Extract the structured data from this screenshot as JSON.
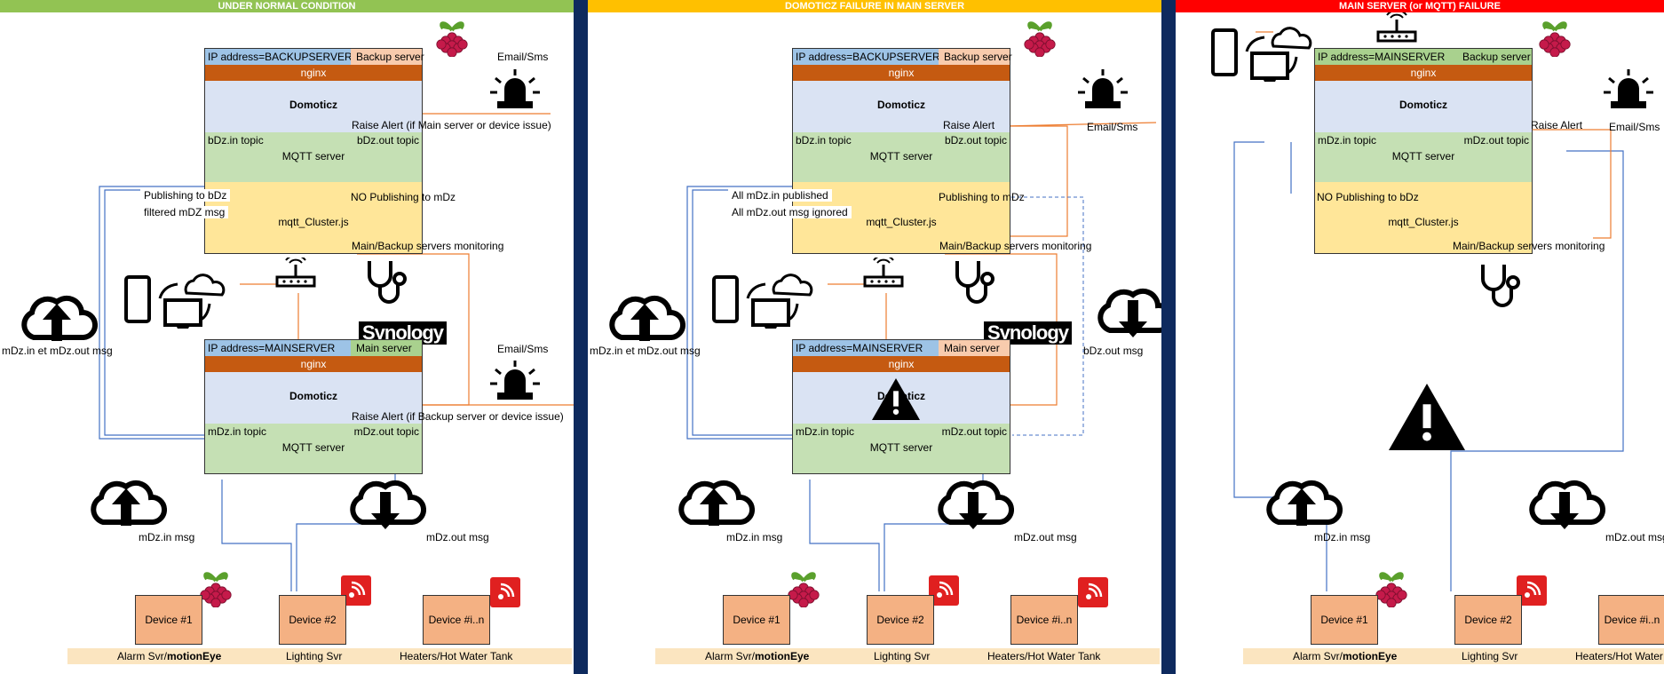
{
  "panels": [
    {
      "banner": "UNDER NORMAL CONDITION",
      "banner_color": "#92c353",
      "top_server": {
        "ip": "IP address=BACKUPSERVER",
        "role": "Backup server",
        "nginx": "nginx",
        "domoticz": "Domoticz",
        "alert": "Raise Alert (if Main server or device issue)",
        "topic_in": "bDz.in topic",
        "topic_out": "bDz.out topic",
        "mqtt": "MQTT server",
        "pub_note": "NO Publishing to mDz",
        "cluster": "mqtt_Cluster.js"
      },
      "left_note_1": "Publishing to bDz",
      "left_note_2": "filtered mDZ msg",
      "monitoring": "Main/Backup servers monitoring",
      "email_top": "Email/Sms",
      "email_bottom": "Email/Sms",
      "side_label": "mDz.in et mDz.out msg",
      "synology": "Synology",
      "bottom_server": {
        "ip": "IP address=MAINSERVER",
        "role": "Main server",
        "nginx": "nginx",
        "domoticz": "Domoticz",
        "alert": "Raise Alert (if Backup server or device issue)",
        "topic_in": "mDz.in topic",
        "topic_out": "mDz.out topic",
        "mqtt": "MQTT server"
      },
      "cloud_in": "mDz.in msg",
      "cloud_out": "mDz.out msg",
      "devices": [
        "Device #1",
        "Device #2",
        "Device #i..n"
      ],
      "dev_labels": [
        "Alarm Svr/",
        "motionEye",
        "Lighting Svr",
        "Heaters/Hot Water Tank"
      ]
    },
    {
      "banner": "DOMOTICZ FAILURE IN MAIN SERVER",
      "banner_color": "#ffc000",
      "top_server": {
        "ip": "IP address=BACKUPSERVER",
        "role": "Backup server",
        "nginx": "nginx",
        "domoticz": "Domoticz",
        "alert": "Raise Alert",
        "topic_in": "bDz.in topic",
        "topic_out": "bDz.out topic",
        "mqtt": "MQTT server",
        "pub_note": "Publishing to mDz",
        "cluster": "mqtt_Cluster.js"
      },
      "left_note_1": "All mDz.in published",
      "left_note_2": "All mDz.out msg ignored",
      "monitoring": "Main/Backup servers monitoring",
      "email_top": "Email/Sms",
      "side_label": "mDz.in et mDz.out msg",
      "right_label": "bDz.out msg",
      "synology": "Synology",
      "bottom_server": {
        "ip": "IP address=MAINSERVER",
        "role": "Main server",
        "nginx": "nginx",
        "domoticz": "Domoticz",
        "topic_in": "mDz.in topic",
        "topic_out": "mDz.out topic",
        "mqtt": "MQTT server"
      },
      "cloud_in": "mDz.in msg",
      "cloud_out": "mDz.out msg",
      "devices": [
        "Device #1",
        "Device #2",
        "Device #i..n"
      ],
      "dev_labels": [
        "Alarm Svr/",
        "motionEye",
        "Lighting Svr",
        "Heaters/Hot Water Tank"
      ]
    },
    {
      "banner": "MAIN SERVER (or MQTT) FAILURE",
      "banner_color": "#ff0000",
      "top_server": {
        "ip": "IP address=MAINSERVER",
        "role": "Backup server",
        "nginx": "nginx",
        "domoticz": "Domoticz",
        "alert": "Raise Alert",
        "topic_in": "mDz.in topic",
        "topic_out": "mDz.out topic",
        "mqtt": "MQTT server",
        "pub_note": "NO Publishing to bDz",
        "cluster": "mqtt_Cluster.js"
      },
      "monitoring": "Main/Backup servers monitoring",
      "email_top": "Email/Sms",
      "cloud_in": "mDz.in msg",
      "cloud_out": "mDz.out msg",
      "devices": [
        "Device #1",
        "Device #2",
        "Device #i..n"
      ],
      "dev_labels": [
        "Alarm Svr/",
        "motionEye",
        "Lighting Svr",
        "Heaters/Hot Water Tank"
      ]
    }
  ],
  "colors": {
    "ip_blue": "#9dc3e6",
    "role_peach": "#f8cbad",
    "role_green": "#a9d18e",
    "nginx": "#c55a11",
    "domoticz": "#dae3f3",
    "mqtt": "#c5e0b4",
    "cluster": "#ffe699",
    "device": "#f4b183",
    "separator": "#0e2a5e",
    "wire_blue": "#4472c4",
    "wire_orange": "#ed7d31"
  }
}
